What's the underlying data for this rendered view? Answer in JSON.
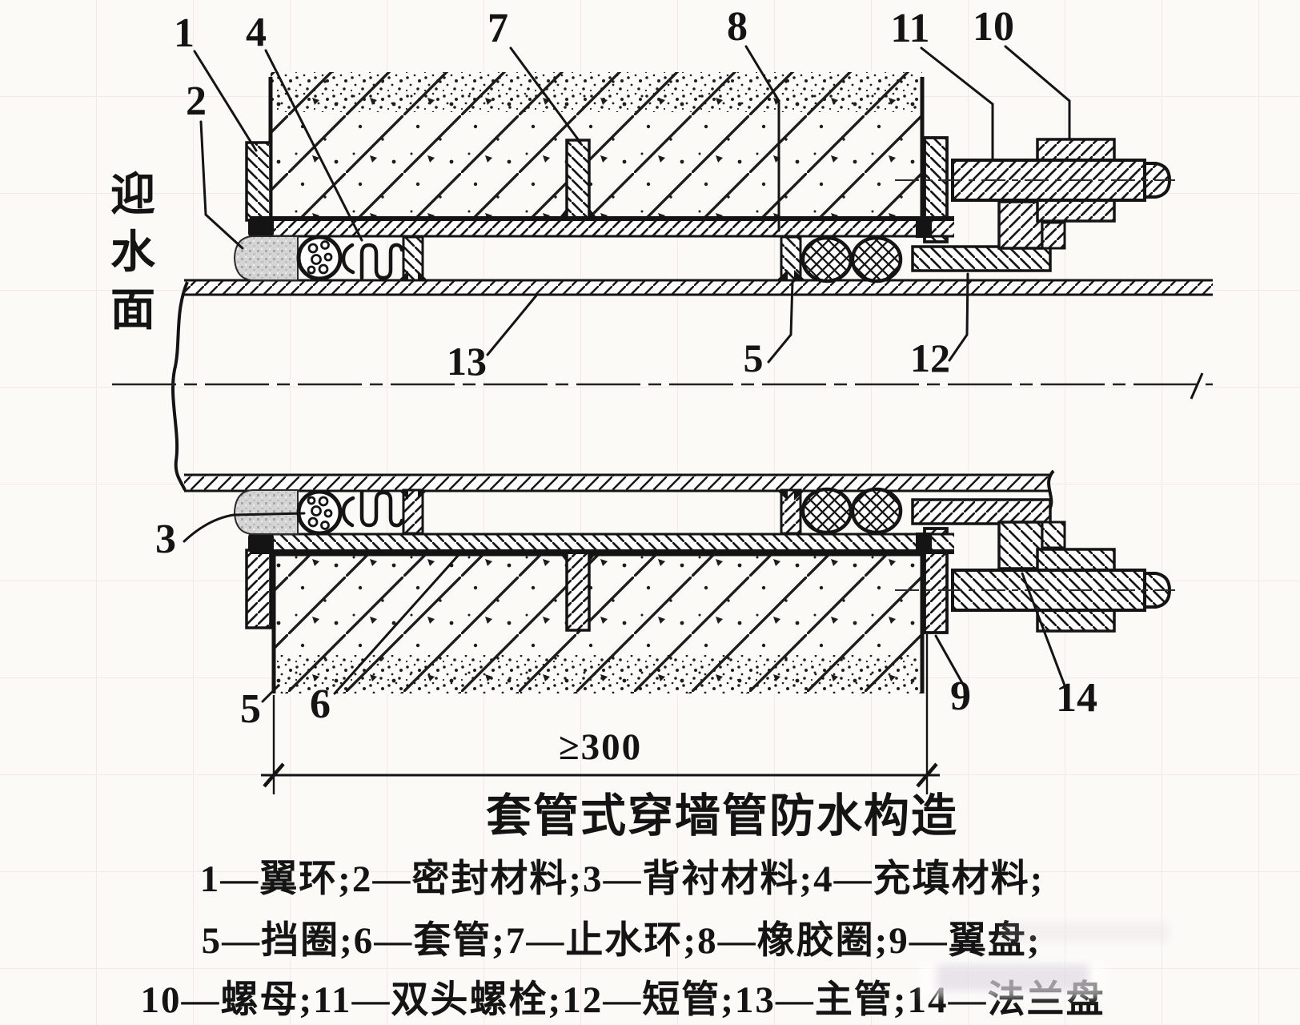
{
  "diagram": {
    "side_label": "迎水面",
    "dimension_label": "≥300",
    "title": "套管式穿墙管防水构造",
    "callouts": {
      "k1": "1",
      "k2": "2",
      "k3": "3",
      "k4": "4",
      "k5": "5",
      "k5b": "5",
      "k6": "6",
      "k7": "7",
      "k8": "8",
      "k9": "9",
      "k10": "10",
      "k11": "11",
      "k12": "12",
      "k13": "13",
      "k14": "14"
    },
    "legend": {
      "line1": "1—翼环;2—密封材料;3—背衬材料;4—充填材料;",
      "line2": "5—挡圈;6—套管;7—止水环;8—橡胶圈;9—翼盘;",
      "line3": "10—螺母;11—双头螺栓;12—短管;13—主管;14—法兰盘"
    },
    "colors": {
      "ink": "#141414",
      "paper": "#fbfaf7",
      "sealant_gray": "#d4d4d4"
    }
  }
}
